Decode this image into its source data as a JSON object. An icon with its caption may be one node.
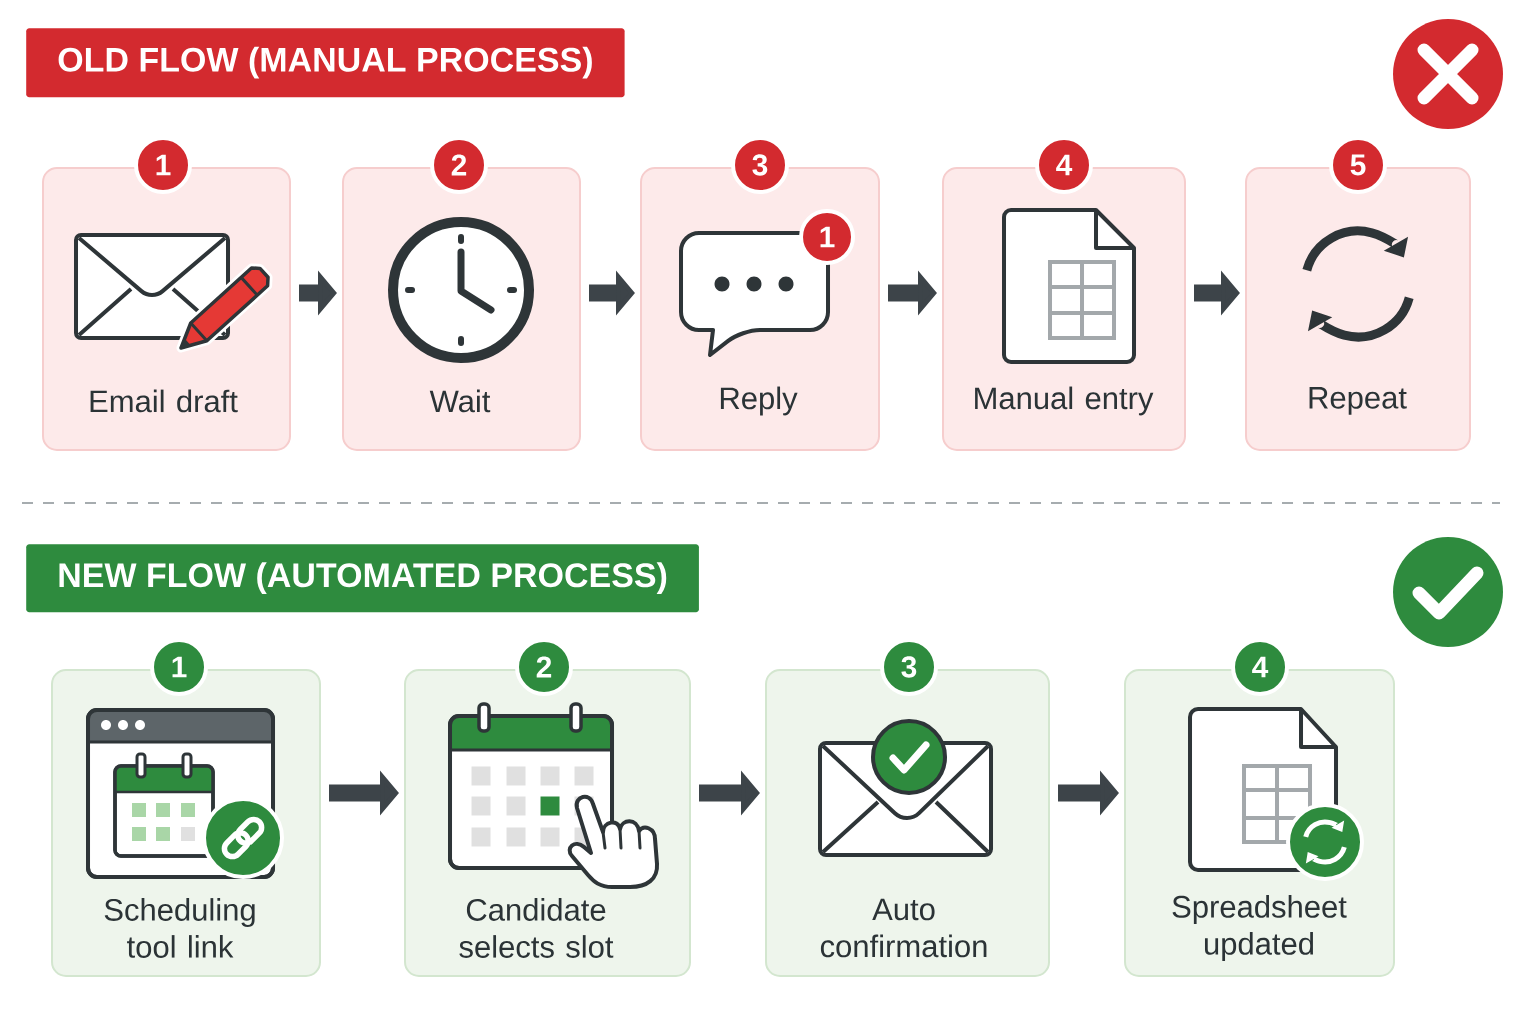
{
  "diagram": {
    "nodes": [
      {
        "text": [
          "OLD FLOW (MANUAL PROCESS)"
        ]
      },
      {
        "text": [
          "1"
        ]
      },
      {
        "text": [
          "Email draft"
        ]
      },
      {
        "text": [
          "2"
        ]
      },
      {
        "text": [
          "Wait"
        ]
      },
      {
        "text": [
          "3"
        ]
      },
      {
        "text": [
          "Reply"
        ]
      },
      {
        "text": [
          "1"
        ],
        "in": 6
      },
      {
        "text": [
          "4"
        ]
      },
      {
        "text": [
          "Manual entry"
        ]
      },
      {
        "text": [
          "5"
        ]
      },
      {
        "text": [
          "Repeat"
        ]
      },
      {
        "text": [
          "NEW FLOW (AUTOMATED PROCESS)"
        ]
      },
      {
        "text": [
          "1"
        ]
      },
      {
        "text": [
          "Scheduling tool link"
        ]
      },
      {
        "text": [
          "2"
        ]
      },
      {
        "text": [
          "Candidate selects slot"
        ]
      },
      {
        "text": [
          "3"
        ]
      },
      {
        "text": [
          "Auto confirmation"
        ]
      },
      {
        "text": [
          "4"
        ]
      },
      {
        "text": [
          "Spreadsheet updated"
        ]
      }
    ],
    "edges": [
      {
        "from": 2,
        "to": 4,
        "arrow": "to"
      },
      {
        "from": 4,
        "to": 6,
        "arrow": "to"
      },
      {
        "from": 6,
        "to": 9,
        "arrow": "to"
      },
      {
        "from": 9,
        "to": 11,
        "arrow": "to"
      },
      {
        "from": 14,
        "to": 16,
        "arrow": "to"
      },
      {
        "from": 16,
        "to": 18,
        "arrow": "to"
      },
      {
        "from": 18,
        "to": 20,
        "arrow": "to"
      }
    ]
  }
}
